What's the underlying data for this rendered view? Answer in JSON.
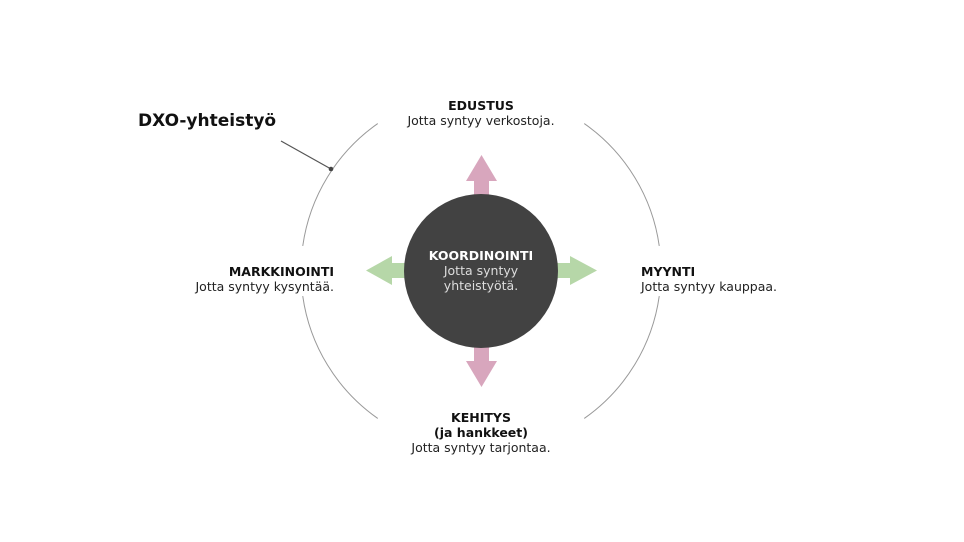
{
  "title": "DXO-yhteistyö",
  "center": {
    "heading": "KOORDINOINTI",
    "line1": "Jotta syntyy",
    "line2": "yhteistyötä."
  },
  "nodes": {
    "top": {
      "heading": "EDUSTUS",
      "text": "Jotta syntyy verkostoja."
    },
    "left": {
      "heading": "MARKKINOINTI",
      "text": "Jotta syntyy kysyntää."
    },
    "right": {
      "heading": "MYYNTI",
      "text": "Jotta syntyy kauppaa."
    },
    "bottom": {
      "heading": "KEHITYS",
      "heading2": "(ja hankkeet)",
      "text": "Jotta syntyy tarjontaa."
    }
  },
  "colors": {
    "center": "#424242",
    "vertical_arrows": "#d8a6bd",
    "horizontal_arrows": "#b6d7a8",
    "ring": "#999999"
  }
}
